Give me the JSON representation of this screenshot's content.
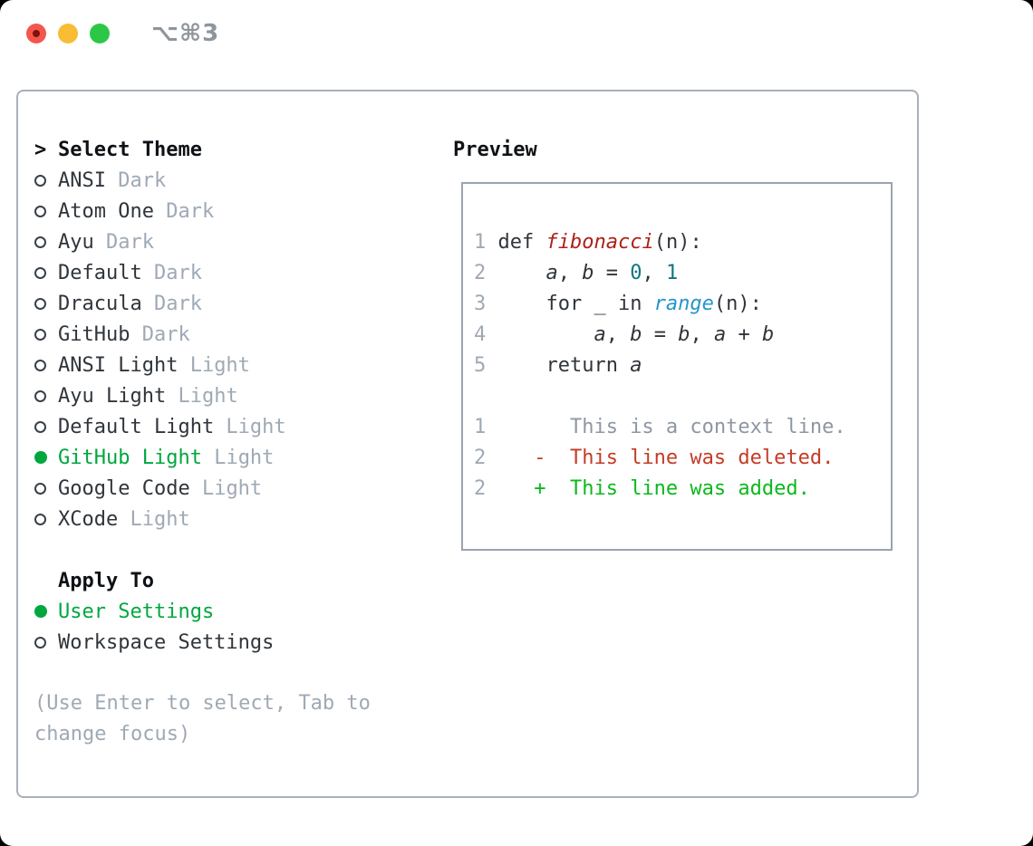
{
  "window": {
    "title": "⌥⌘3"
  },
  "colors": {
    "accent_green": "#00a73e",
    "added_green": "#0cb81c",
    "deleted_red": "#c63b26",
    "function_red": "#ad2118",
    "number_teal": "#0e7580",
    "builtin_blue": "#2495cd",
    "text_dark": "#2f353b",
    "muted_gray": "#9fa9b5",
    "context_gray": "#8e97a1",
    "panel_border": "#a9b0bb",
    "box_border": "#9aa3ae",
    "title_gray": "#8f959b",
    "traffic_red": "#f4564e",
    "traffic_yellow": "#f8bc35",
    "traffic_green": "#2dc748",
    "traffic_red_dot": "#7e120d"
  },
  "left": {
    "header": {
      "prompt": ">",
      "label": "Select Theme"
    },
    "themes": [
      {
        "name": "ANSI",
        "variant": "Dark",
        "selected": false
      },
      {
        "name": "Atom One",
        "variant": "Dark",
        "selected": false
      },
      {
        "name": "Ayu",
        "variant": "Dark",
        "selected": false
      },
      {
        "name": "Default",
        "variant": "Dark",
        "selected": false
      },
      {
        "name": "Dracula",
        "variant": "Dark",
        "selected": false
      },
      {
        "name": "GitHub",
        "variant": "Dark",
        "selected": false
      },
      {
        "name": "ANSI Light",
        "variant": "Light",
        "selected": false
      },
      {
        "name": "Ayu Light",
        "variant": "Light",
        "selected": false
      },
      {
        "name": "Default Light",
        "variant": "Light",
        "selected": false
      },
      {
        "name": "GitHub Light",
        "variant": "Light",
        "selected": true
      },
      {
        "name": "Google Code",
        "variant": "Light",
        "selected": false
      },
      {
        "name": "XCode",
        "variant": "Light",
        "selected": false
      }
    ],
    "apply_to": {
      "label": "Apply To",
      "options": [
        {
          "name": "User Settings",
          "selected": true
        },
        {
          "name": "Workspace Settings",
          "selected": false
        }
      ]
    },
    "hint_lines": [
      "(Use Enter to select, Tab to",
      "change focus)"
    ]
  },
  "preview": {
    "label": "Preview",
    "code_lines": [
      {
        "num": "1",
        "tokens": [
          [
            "t",
            " def "
          ],
          [
            "fn",
            "fibonacci"
          ],
          [
            "t",
            "(n):"
          ]
        ]
      },
      {
        "num": "2",
        "tokens": [
          [
            "t",
            "     "
          ],
          [
            "v",
            "a"
          ],
          [
            "t",
            ", "
          ],
          [
            "v",
            "b"
          ],
          [
            "t",
            " = "
          ],
          [
            "nu",
            "0"
          ],
          [
            "t",
            ", "
          ],
          [
            "nu",
            "1"
          ]
        ]
      },
      {
        "num": "3",
        "tokens": [
          [
            "t",
            "     for _ in "
          ],
          [
            "bi",
            "range"
          ],
          [
            "t",
            "(n):"
          ]
        ]
      },
      {
        "num": "4",
        "tokens": [
          [
            "t",
            "         "
          ],
          [
            "v",
            "a"
          ],
          [
            "t",
            ", "
          ],
          [
            "v",
            "b"
          ],
          [
            "t",
            " = "
          ],
          [
            "v",
            "b"
          ],
          [
            "t",
            ", "
          ],
          [
            "v",
            "a"
          ],
          [
            "t",
            " + "
          ],
          [
            "v",
            "b"
          ]
        ]
      },
      {
        "num": "5",
        "tokens": [
          [
            "t",
            "     return "
          ],
          [
            "v",
            "a"
          ]
        ]
      },
      {
        "num": "",
        "tokens": []
      },
      {
        "num": "1",
        "tokens": [
          [
            "ctx",
            "       This is a context line."
          ]
        ]
      },
      {
        "num": "2",
        "tokens": [
          [
            "del",
            "    -  This line was deleted."
          ]
        ]
      },
      {
        "num": "2",
        "tokens": [
          [
            "add",
            "    +  This line was added."
          ]
        ]
      }
    ]
  }
}
